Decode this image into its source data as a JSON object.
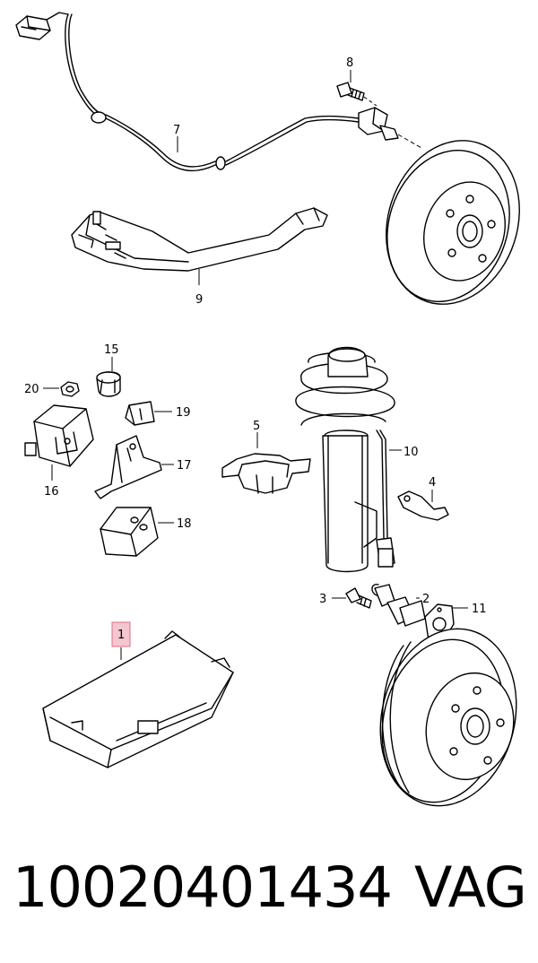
{
  "diagram": {
    "callouts": {
      "c1": "1",
      "c2": "2",
      "c3": "3",
      "c4": "4",
      "c5": "5",
      "c7": "7",
      "c8": "8",
      "c9": "9",
      "c10": "10",
      "c11": "11",
      "c15": "15",
      "c16": "16",
      "c17": "17",
      "c18": "18",
      "c19": "19",
      "c20": "20"
    },
    "highlight_color": "#f4c6cf",
    "highlight_border": "#d9707f"
  },
  "footer": {
    "part_number": "10020401434",
    "brand": "VAG"
  }
}
